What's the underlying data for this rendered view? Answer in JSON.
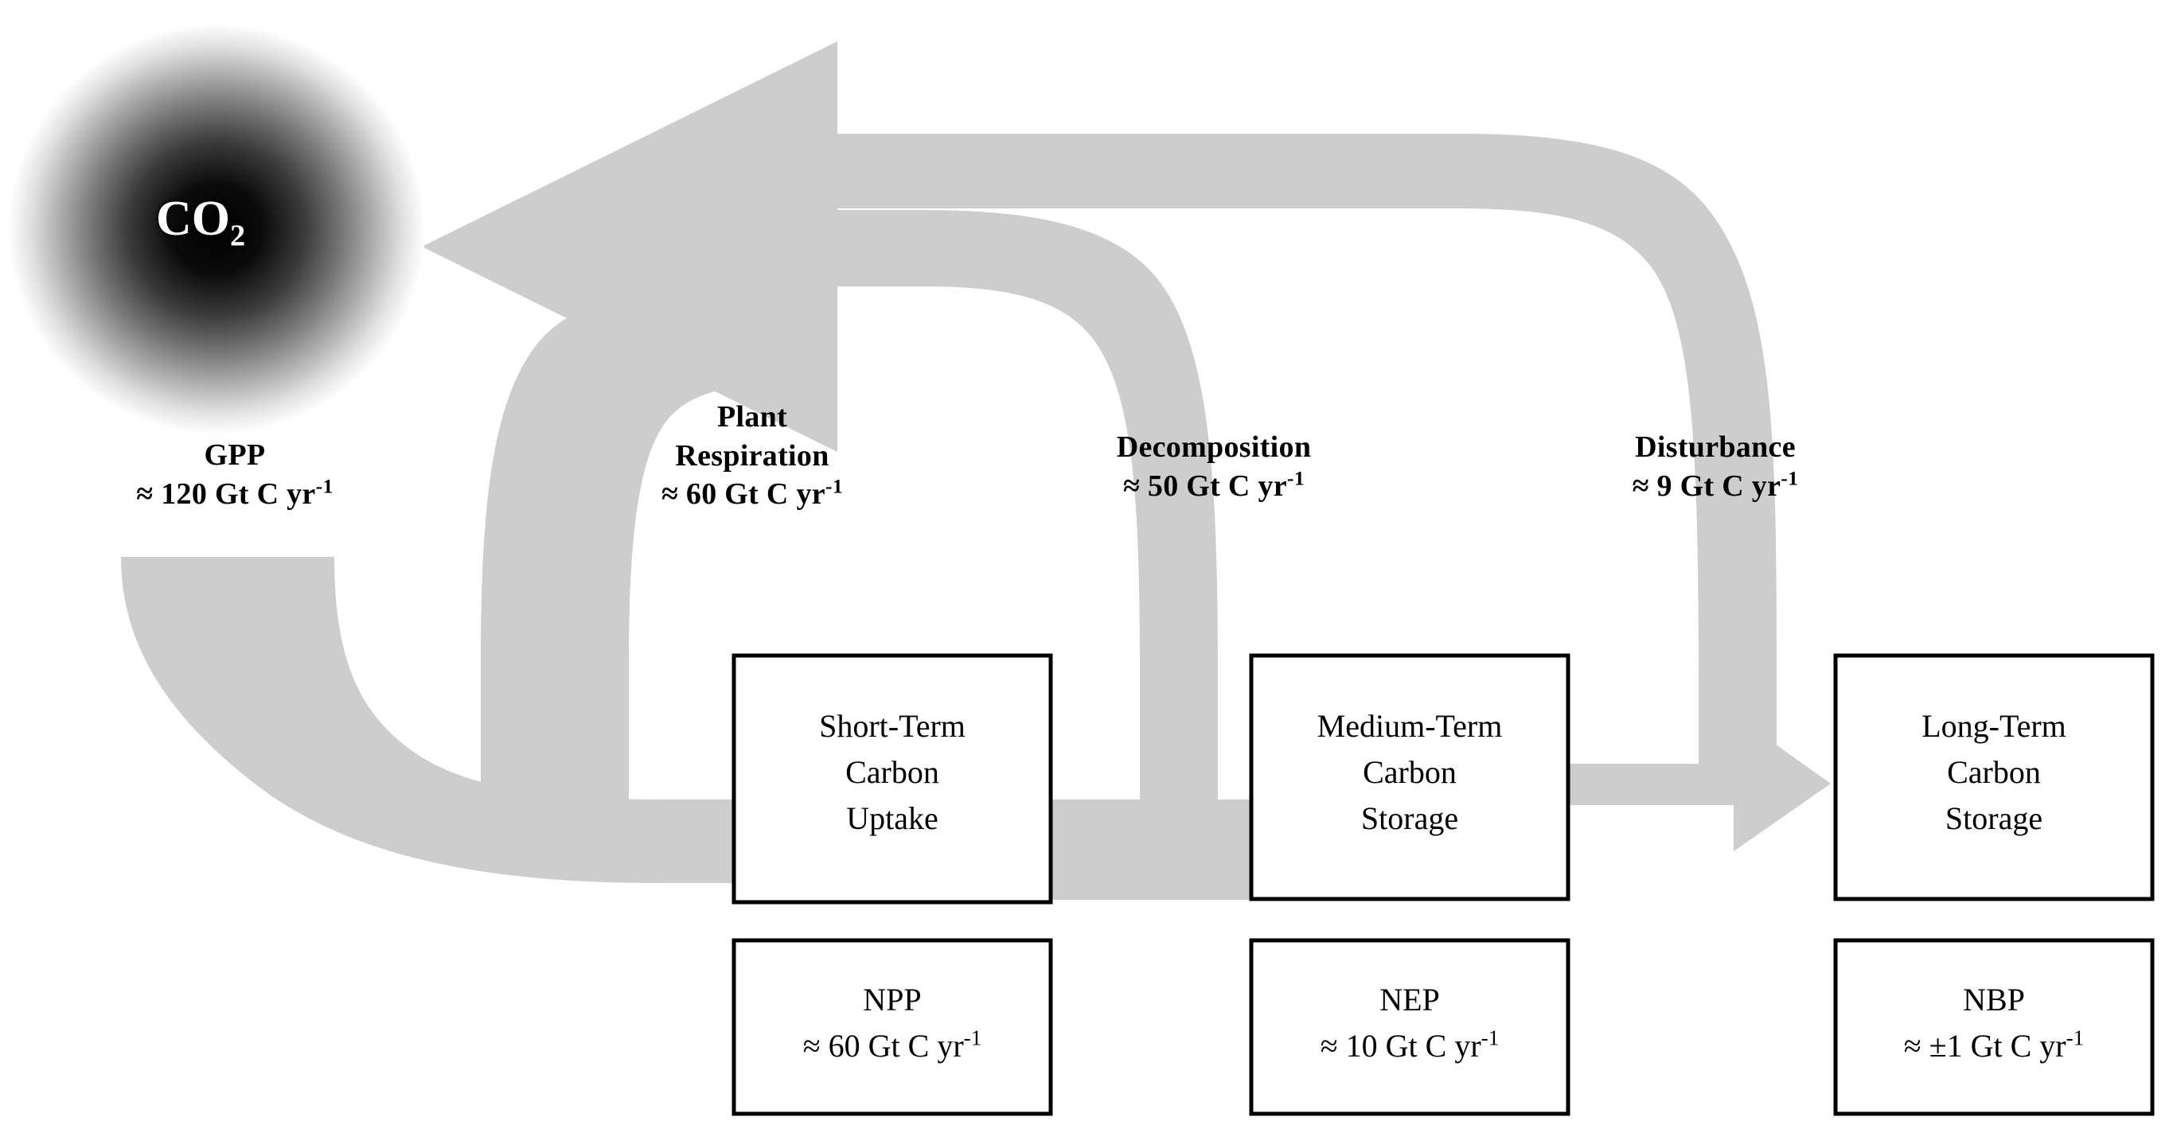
{
  "diagram": {
    "title": "Terrestrial carbon cycle fluxes and pools",
    "colors": {
      "flow": "#cdcdcd",
      "box_border": "#000000",
      "box_fill": "#ffffff",
      "co2_blob": "#000000",
      "text": "#000000"
    },
    "source_node": {
      "name": "co2-blob",
      "label": "CO",
      "subscript": "2"
    },
    "flux_labels": [
      {
        "id": "gpp",
        "name": "GPP",
        "name_line2": "",
        "value": "≈ 120 Gt C yr",
        "exponent": "-1"
      },
      {
        "id": "respiration",
        "name": "Plant",
        "name_line2": "Respiration",
        "value": "≈ 60 Gt C yr",
        "exponent": "-1"
      },
      {
        "id": "decomposition",
        "name": "Decomposition",
        "name_line2": "",
        "value": "≈ 50 Gt C yr",
        "exponent": "-1"
      },
      {
        "id": "disturbance",
        "name": "Disturbance",
        "name_line2": "",
        "value": "≈ 9 Gt C yr",
        "exponent": "-1"
      }
    ],
    "pool_boxes": [
      {
        "id": "short-term",
        "lines": [
          "Short-Term",
          "Carbon",
          "Uptake"
        ]
      },
      {
        "id": "medium-term",
        "lines": [
          "Medium-Term",
          "Carbon",
          "Storage"
        ]
      },
      {
        "id": "long-term",
        "lines": [
          "Long-Term",
          "Carbon",
          "Storage"
        ]
      }
    ],
    "metric_boxes": [
      {
        "id": "npp",
        "name": "NPP",
        "value": "≈ 60 Gt C yr",
        "exponent": "-1"
      },
      {
        "id": "nep",
        "name": "NEP",
        "value": "≈ 10 Gt C yr",
        "exponent": "-1"
      },
      {
        "id": "nbp",
        "name": "NBP",
        "value": "≈ ±1 Gt C yr",
        "exponent": "-1"
      }
    ]
  },
  "chart_data": {
    "type": "diagram",
    "title": "Terrestrial carbon cycle",
    "nodes": [
      {
        "id": "co2",
        "label": "CO2",
        "kind": "atmosphere-pool"
      },
      {
        "id": "short-term",
        "label": "Short-Term Carbon Uptake",
        "kind": "pool",
        "metric": "NPP",
        "metric_value": 60,
        "units": "Gt C yr-1"
      },
      {
        "id": "medium-term",
        "label": "Medium-Term Carbon Storage",
        "kind": "pool",
        "metric": "NEP",
        "metric_value": 10,
        "units": "Gt C yr-1"
      },
      {
        "id": "long-term",
        "label": "Long-Term Carbon Storage",
        "kind": "pool",
        "metric": "NBP",
        "metric_value": 1,
        "units": "Gt C yr-1",
        "metric_sign": "plus-minus"
      }
    ],
    "flows": [
      {
        "label": "GPP",
        "from": "co2",
        "to": "short-term",
        "value": 120,
        "units": "Gt C yr-1",
        "approx": true
      },
      {
        "label": "Plant Respiration",
        "from": "short-term",
        "to": "co2",
        "value": 60,
        "units": "Gt C yr-1",
        "approx": true
      },
      {
        "label": "Decomposition",
        "from": "medium-term",
        "to": "co2",
        "value": 50,
        "units": "Gt C yr-1",
        "approx": true
      },
      {
        "label": "Disturbance",
        "from": "long-term",
        "to": "co2",
        "value": 9,
        "units": "Gt C yr-1",
        "approx": true
      },
      {
        "label": "",
        "from": "short-term",
        "to": "medium-term",
        "value": null,
        "units": ""
      },
      {
        "label": "",
        "from": "medium-term",
        "to": "long-term",
        "value": null,
        "units": ""
      }
    ]
  }
}
